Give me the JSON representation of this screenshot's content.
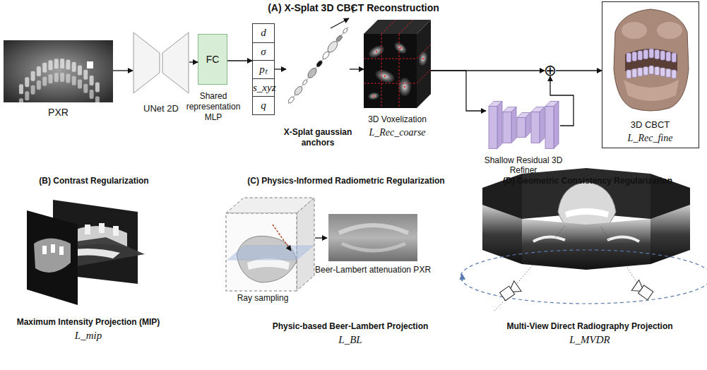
{
  "diagram": {
    "title": "(A) X-Splat 3D CBCT Reconstruction",
    "nodes": [
      {
        "text": [
          "PXR"
        ]
      },
      {
        "text": [
          "UNet 2D"
        ]
      },
      {
        "text": [
          "FC",
          "Shared representation MLP"
        ]
      },
      {
        "text": [
          "d",
          "σ",
          "pₜ",
          "s_xyz",
          "q"
        ]
      },
      {
        "text": [
          "X-Splat gaussian anchors"
        ]
      },
      {
        "text": [
          "3D Voxelization",
          "L_Rec_coarse"
        ]
      },
      {
        "text": [
          "Shallow Residual 3D Refiner"
        ]
      },
      {
        "text": [
          "⊕"
        ]
      },
      {
        "text": [
          "3D CBCT",
          "L_Rec_fine"
        ]
      }
    ],
    "edges": [
      {
        "from": 0,
        "to": 1,
        "arrow": "to"
      },
      {
        "from": 1,
        "to": 2,
        "arrow": "to"
      },
      {
        "from": 2,
        "to": 3,
        "arrow": "to"
      },
      {
        "from": 3,
        "to": 4,
        "arrow": "to"
      },
      {
        "from": 4,
        "to": 5,
        "arrow": "to"
      },
      {
        "from": 5,
        "to": 7,
        "arrow": "to"
      },
      {
        "from": 5,
        "to": 6,
        "arrow": "to"
      },
      {
        "from": 6,
        "to": 7,
        "arrow": "to"
      },
      {
        "from": 7,
        "to": 8,
        "arrow": "to"
      }
    ],
    "labels": [
      "t",
      "(B) Contrast Regularization",
      "(C) Physics-Informed Radiometric Regularization",
      "(D) Geometric Consistency Regularization",
      "Ray sampling",
      "Beer-Lambert attenuation PXR",
      "Maximum Intensity Projection (MIP)",
      "L_mip",
      "Physic-based Beer-Lambert Projection",
      "L_BL",
      "Multi-View Direct Radiography Projection",
      "L_MVDR"
    ]
  }
}
